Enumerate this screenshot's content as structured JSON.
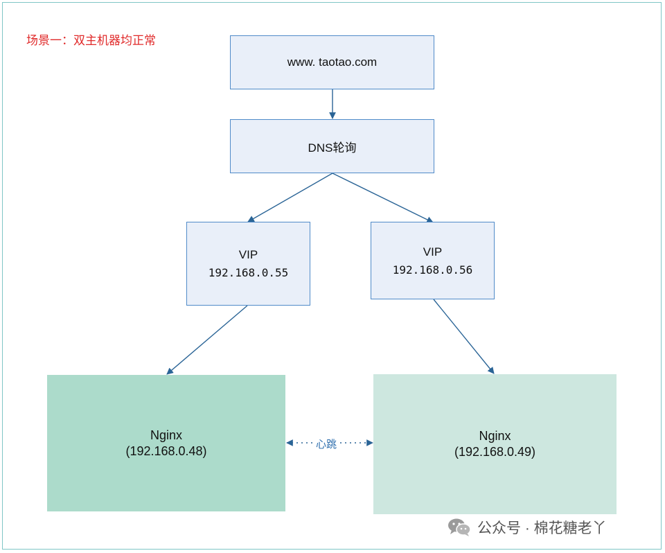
{
  "scene_title": "场景一：双主机器均正常",
  "domain_box": {
    "label": "www. taotao.com"
  },
  "dns_box": {
    "label": "DNS轮询"
  },
  "vip_left": {
    "label": "VIP",
    "address": "192.168.0.55"
  },
  "vip_right": {
    "label": "VIP",
    "address": "192.168.0.56"
  },
  "nginx_left": {
    "name": "Nginx",
    "address": "(192.168.0.48)"
  },
  "nginx_right": {
    "name": "Nginx",
    "address": "(192.168.0.49)"
  },
  "heartbeat_label": "心跳",
  "watermark": {
    "text": "公众号 · 棉花糖老丫",
    "icon": "wechat-icon"
  },
  "colors": {
    "box_fill": "#e9eff9",
    "box_border": "#4f8ac8",
    "arrow": "#2a6496",
    "nginx_left_fill": "#acdbcb",
    "nginx_right_fill": "#cde7df",
    "title_red": "#e02a2a"
  }
}
